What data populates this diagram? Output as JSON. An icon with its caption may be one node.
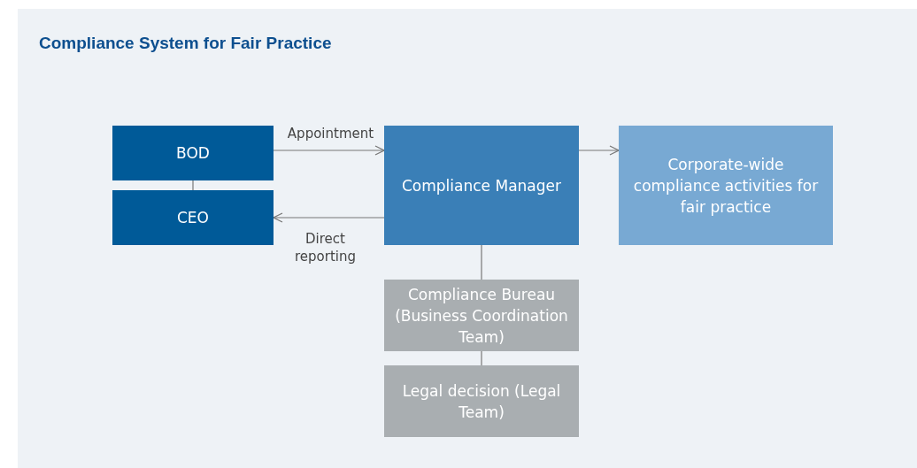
{
  "diagram": {
    "title": "Compliance System for Fair Practice",
    "nodes": [
      {
        "text": [
          "BOD"
        ]
      },
      {
        "text": [
          "CEO"
        ]
      },
      {
        "text": [
          "Compliance Manager"
        ]
      },
      {
        "text": [
          "Corporate-wide compliance activities for fair practice"
        ]
      },
      {
        "text": [
          "Compliance Bureau (Business Coordination Team)"
        ]
      },
      {
        "text": [
          "Legal decision (Legal Team)"
        ]
      }
    ],
    "edges": [
      {
        "from": 0,
        "to": 1,
        "arrow": "none"
      },
      {
        "from": 0,
        "to": 2,
        "arrow": "to",
        "label": "Appointment"
      },
      {
        "from": 2,
        "to": 1,
        "arrow": "to",
        "label": "Direct reporting"
      },
      {
        "from": 2,
        "to": 3,
        "arrow": "to"
      },
      {
        "from": 2,
        "to": 4,
        "arrow": "none"
      },
      {
        "from": 4,
        "to": 5,
        "arrow": "none"
      }
    ]
  }
}
